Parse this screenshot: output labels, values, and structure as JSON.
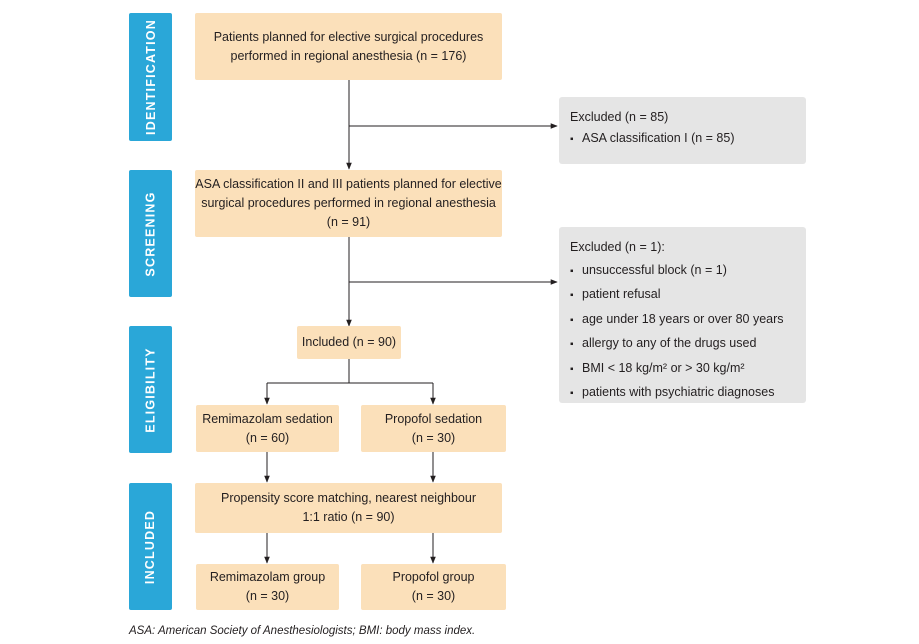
{
  "stages": [
    {
      "id": "identification",
      "label": "IDENTIFICATION"
    },
    {
      "id": "screening",
      "label": "SCREENING"
    },
    {
      "id": "eligibility",
      "label": "ELIGIBILITY"
    },
    {
      "id": "included",
      "label": "INCLUDED"
    }
  ],
  "boxes": {
    "planned": {
      "line1": "Patients planned for elective surgical procedures",
      "line2": "performed in regional anesthesia (n = 176)"
    },
    "asa": {
      "line1": "ASA classification II and III patients planned for elective",
      "line2": "surgical procedures performed in regional anesthesia",
      "line3": "(n = 91)"
    },
    "included": {
      "line1": "Included (n = 90)"
    },
    "remi_sed": {
      "line1": "Remimazolam sedation",
      "line2": "(n = 60)"
    },
    "prop_sed": {
      "line1": "Propofol sedation",
      "line2": "(n = 30)"
    },
    "psm": {
      "line1": "Propensity score matching, nearest neighbour",
      "line2": "1:1 ratio (n = 90)"
    },
    "remi_grp": {
      "line1": "Remimazolam group",
      "line2": "(n = 30)"
    },
    "prop_grp": {
      "line1": "Propofol group",
      "line2": "(n = 30)"
    }
  },
  "excluded1": {
    "title": "Excluded (n = 85)",
    "items": [
      "ASA classification I (n = 85)"
    ]
  },
  "excluded2": {
    "title": "Excluded (n = 1):",
    "items": [
      "unsuccessful block (n = 1)",
      "patient refusal",
      "age under 18 years or over 80 years",
      "allergy to any of the drugs used",
      "BMI < 18 kg/m² or > 30 kg/m²",
      "patients with psychiatric diagnoses"
    ]
  },
  "footnote": "ASA: American Society of Anesthesiologists; BMI: body mass index.",
  "colors": {
    "stage": "#2aa7d8",
    "box": "#fbe0ba",
    "note": "#e5e5e5",
    "line": "#231f20"
  }
}
